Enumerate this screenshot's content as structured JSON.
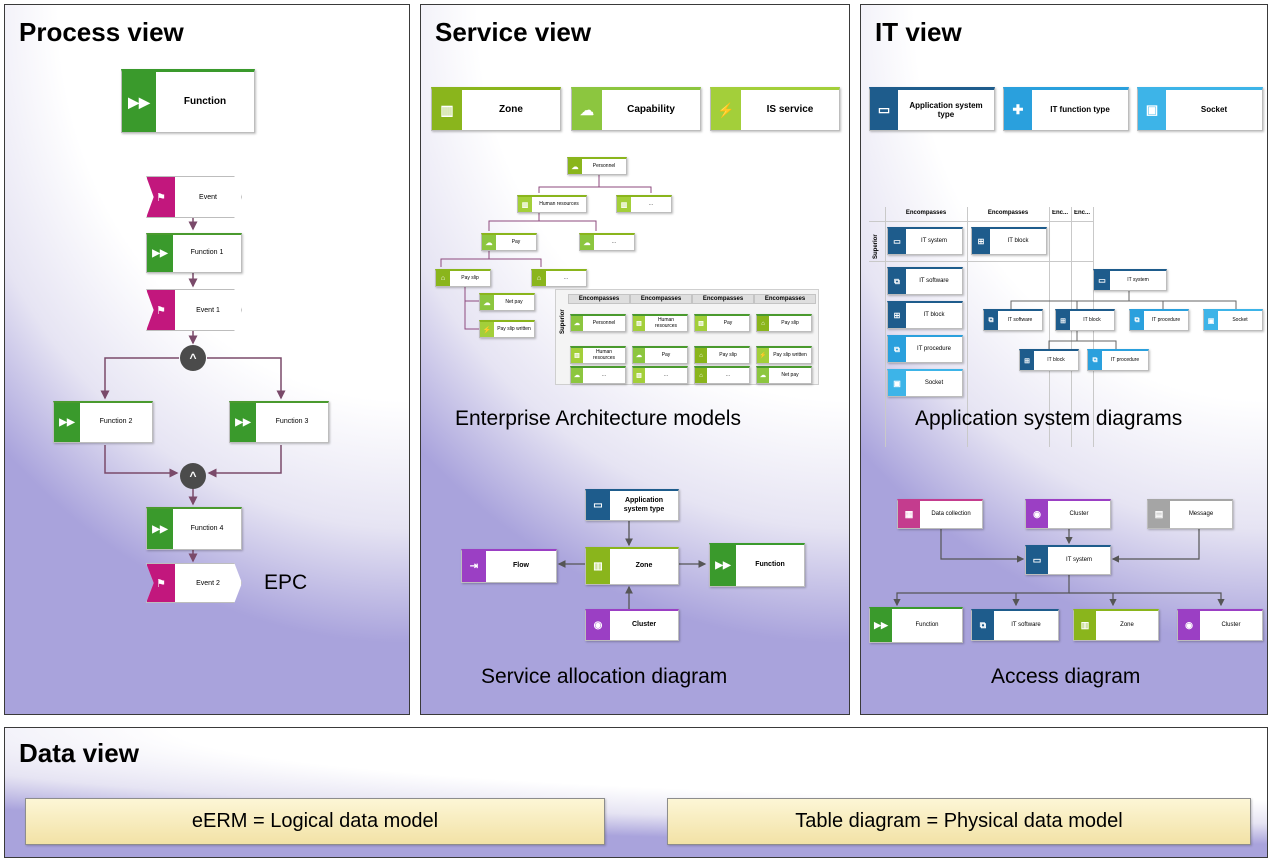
{
  "panels": {
    "process": {
      "title": "Process view",
      "function_label": "Function",
      "epc": {
        "event": "Event",
        "function1": "Function 1",
        "event1": "Event 1",
        "function2": "Function 2",
        "function3": "Function 3",
        "function4": "Function 4",
        "event2": "Event 2",
        "caption": "EPC"
      }
    },
    "service": {
      "title": "Service view",
      "objects": {
        "zone": "Zone",
        "capability": "Capability",
        "is_service": "IS service"
      },
      "tree": {
        "root": "Personnel",
        "n1": "Human resources",
        "n2": "...",
        "n3": "Pay",
        "n4": "...",
        "n5": "Pay slip",
        "n6": "...",
        "n7": "Net pay",
        "n8": "Pay slip written"
      },
      "matrix": {
        "headers": [
          "Encompasses",
          "Encompasses",
          "Encompasses",
          "Encompasses"
        ],
        "side": "Superior",
        "row1": [
          "Personnel",
          "Human resources",
          "Pay",
          "Pay slip"
        ],
        "row2": [
          "Human resources",
          "Pay",
          "Pay slip",
          "Pay slip written"
        ],
        "row3": [
          "...",
          "...",
          "...",
          "Net pay"
        ]
      },
      "ea_caption": "Enterprise Architecture models",
      "allocation": {
        "app": "Application system type",
        "flow": "Flow",
        "zone": "Zone",
        "function": "Function",
        "cluster": "Cluster"
      },
      "allocation_caption": "Service allocation diagram"
    },
    "it": {
      "title": "IT view",
      "objects": {
        "ast": "Application system type",
        "ift": "IT function type",
        "socket": "Socket"
      },
      "grid": {
        "headers": [
          "Encompasses",
          "Encompasses",
          "Enc...",
          "Enc..."
        ],
        "side": "Superior",
        "items": [
          "IT system",
          "IT block",
          "IT software",
          "IT block",
          "IT procedure",
          "Socket"
        ]
      },
      "tree": {
        "root": "IT system",
        "c1": "IT software",
        "c2": "IT block",
        "c3": "IT procedure",
        "c4": "Socket",
        "g1": "IT block",
        "g2": "IT procedure"
      },
      "app_caption": "Application system diagrams",
      "access": {
        "data_collection": "Data collection",
        "cluster": "Cluster",
        "message": "Message",
        "it_system": "IT system",
        "function": "Function",
        "it_software": "IT software",
        "zone": "Zone",
        "cluster2": "Cluster"
      },
      "access_caption": "Access diagram"
    },
    "data": {
      "title": "Data view",
      "box1": "eERM = Logical data model",
      "box2": "Table diagram = Physical data model"
    }
  },
  "colors": {
    "function_green": "#3a9a2c",
    "event_magenta": "#c2177d",
    "zone_green": "#8ab51c",
    "capability_green": "#8cc63f",
    "service_green": "#a3cf3a",
    "it_blue": "#1e5c8c",
    "it_function_blue": "#2aa0dd",
    "socket_blue": "#3db4e8",
    "flow_purple": "#9b3fc4",
    "data_pink": "#c43c8e",
    "message_gray": "#a5a5a5",
    "operator_gray": "#4b4b4b"
  }
}
